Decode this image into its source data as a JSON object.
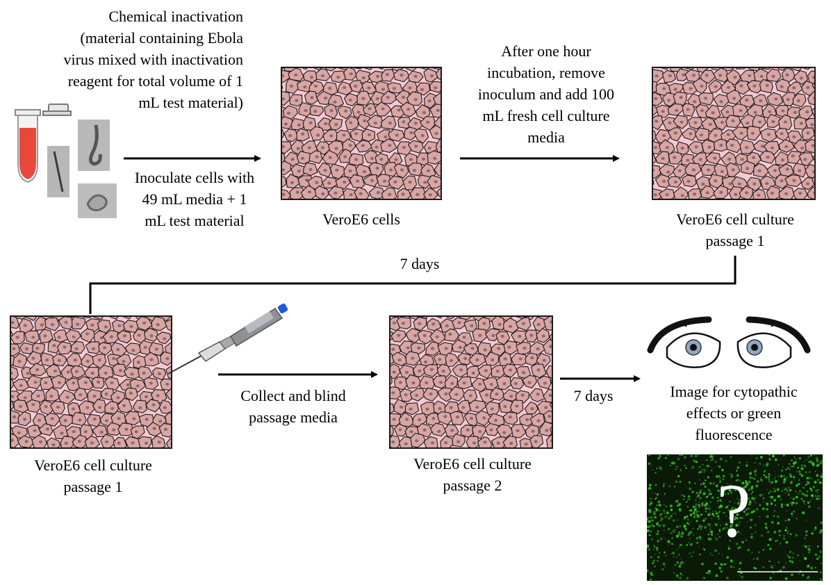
{
  "text": {
    "inactivation": [
      "Chemical inactivation",
      "(material containing Ebola",
      "virus mixed with inactivation",
      "reagent for total volume of 1",
      "mL test material)"
    ],
    "inoculate": [
      "Inoculate cells with",
      "49 mL media + 1",
      "mL test material"
    ],
    "vero_cells": "VeroE6 cells",
    "incubation": [
      "After one hour",
      "incubation, remove",
      "inoculum and add 100",
      "mL fresh cell culture",
      "media"
    ],
    "passage1_top": [
      "VeroE6 cell culture",
      "passage 1"
    ],
    "seven_days_top": "7 days",
    "passage1_bottom": [
      "VeroE6 cell culture",
      "passage 1"
    ],
    "collect": [
      "Collect and blind",
      "passage media"
    ],
    "passage2": [
      "VeroE6 cell culture",
      "passage 2"
    ],
    "seven_days_bottom": "7 days",
    "image_for": [
      "Image for cytopathic",
      "effects or green",
      "fluorescence"
    ],
    "question": "?"
  },
  "colors": {
    "cell_fill": "#d9a5a3",
    "cell_outline": "#1a1a1a",
    "nucleus": "#8a6a6c",
    "dish_background": "#f4c9d4",
    "tube_liquid": "#e8483a",
    "fluorescence": "#39c22a",
    "pipette_tip_blue": "#1f5bd6"
  },
  "icons": {
    "tube": "microcentrifuge-tube-icon",
    "pipette": "pipette-icon",
    "eyes": "eyes-icon"
  }
}
